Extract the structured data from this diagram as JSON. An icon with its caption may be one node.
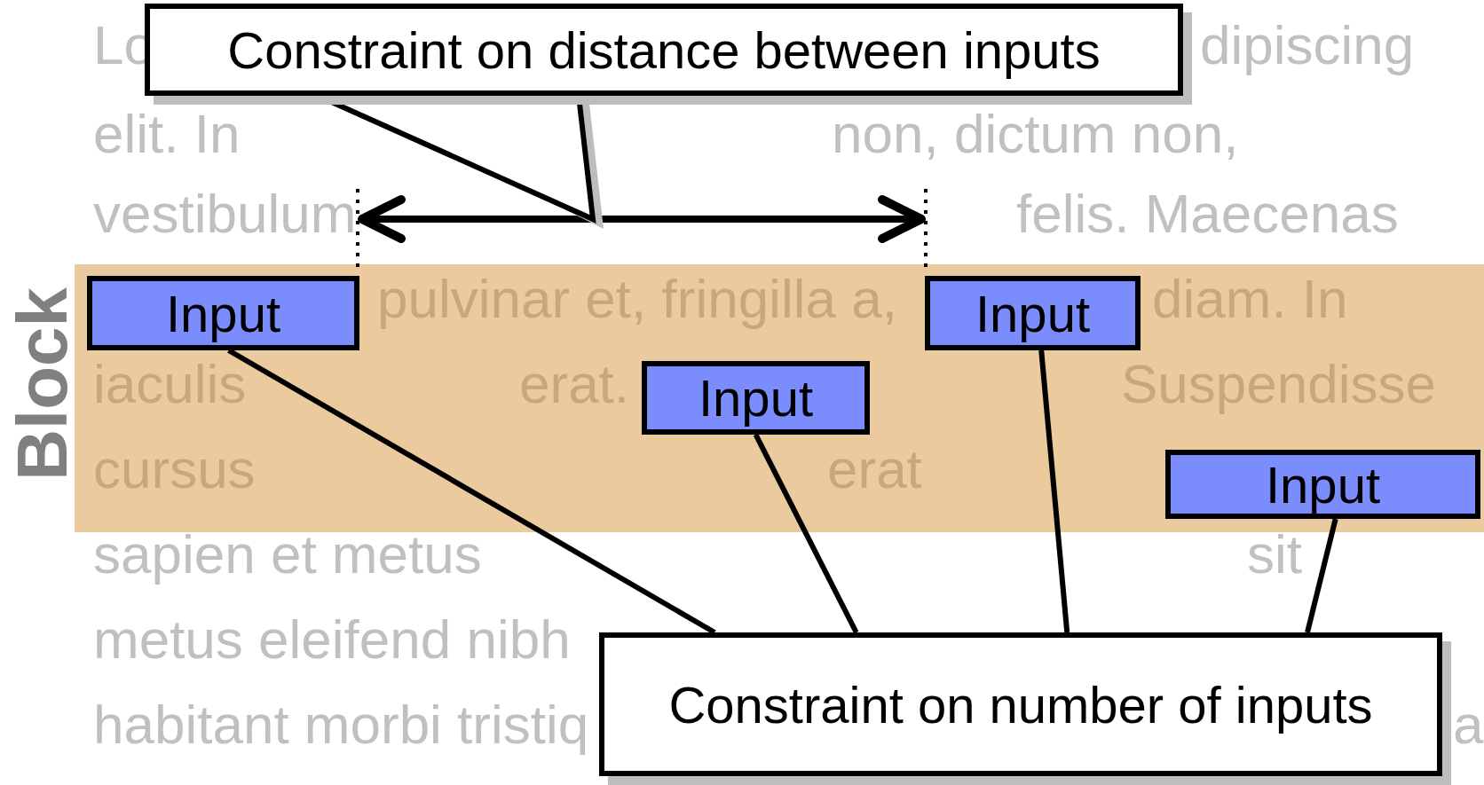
{
  "diagram": {
    "nodes": [
      {
        "text": [
          "Constraint on distance between inputs"
        ]
      },
      {
        "text": [
          "Block"
        ]
      },
      {
        "text": [
          "Input"
        ],
        "in": 1
      },
      {
        "text": [
          "Input"
        ],
        "in": 1
      },
      {
        "text": [
          "Input"
        ],
        "in": 1
      },
      {
        "text": [
          "Input"
        ],
        "in": 1
      },
      {
        "text": [
          "Constraint on number of inputs"
        ]
      }
    ],
    "edges": [
      {
        "from": 0,
        "to": null,
        "arrow": "to"
      },
      {
        "from": 2,
        "to": 6,
        "arrow": "none"
      },
      {
        "from": 3,
        "to": 6,
        "arrow": "none"
      },
      {
        "from": 4,
        "to": 6,
        "arrow": "none"
      },
      {
        "from": 5,
        "to": 6,
        "arrow": "none"
      }
    ],
    "labels": [
      "Lo",
      "dipiscing",
      "elit. In",
      "non, dictum non,",
      "vestibulum",
      "felis. Maecenas",
      "pulvinar et, fringilla a,",
      "diam. In",
      "iaculis",
      "erat.",
      "Suspendisse",
      "cursus",
      "erat",
      "sapien et metus",
      "sit",
      "metus eleifend nibh",
      "habitant morbi tristiq",
      "a"
    ]
  }
}
